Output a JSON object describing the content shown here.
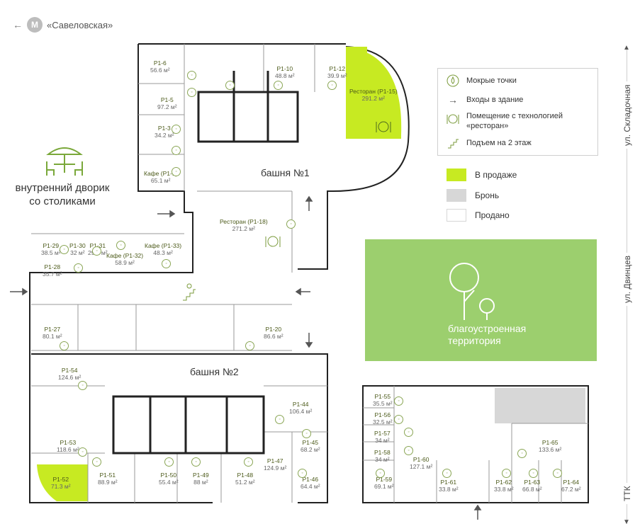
{
  "metro": {
    "badge": "М",
    "label": "«Савеловская»"
  },
  "streets": {
    "right_top": "ул. Складочная",
    "right_mid": "ул. Двинцев",
    "right_bottom": "ТТК"
  },
  "legend": {
    "items": [
      {
        "icon": "water-drop-icon",
        "label": "Мокрые точки"
      },
      {
        "icon": "entrance-arrow-icon",
        "label": "Входы в здание"
      },
      {
        "icon": "restaurant-icon",
        "label": "Помещение с технологией «ресторан»"
      },
      {
        "icon": "stairs-icon",
        "label": "Подъем на 2 этаж"
      }
    ],
    "statuses": [
      {
        "label": "В продаже",
        "color": "#c7ea22"
      },
      {
        "label": "Бронь",
        "color": "#d7d7d7"
      },
      {
        "label": "Продано",
        "color": "#ffffff"
      }
    ]
  },
  "green_area": {
    "label_line1": "благоустроенная",
    "label_line2": "территория",
    "color": "#9ccf6e"
  },
  "courtyard": {
    "line1": "внутренний дворик",
    "line2": "со столиками"
  },
  "towers": {
    "tower1": "башня №1",
    "tower2": "башня №2"
  },
  "units": [
    {
      "name": "Р1-6",
      "area": "56.6 м²"
    },
    {
      "name": "Р1-5",
      "area": "97.2 м²"
    },
    {
      "name": "Р1-3",
      "area": "34.2 м²"
    },
    {
      "name": "Кафе (Р1-1)",
      "area": "65.1 м²"
    },
    {
      "name": "Р1-10",
      "area": "48.8 м²"
    },
    {
      "name": "Р1-12",
      "area": "39.9 м²"
    },
    {
      "name": "Ресторан (Р1-15)",
      "area": "291.2 м²"
    },
    {
      "name": "Ресторан (Р1-18)",
      "area": "271.2 м²"
    },
    {
      "name": "Р1-29",
      "area": "38.5 м²"
    },
    {
      "name": "Р1-30",
      "area": "32 м²"
    },
    {
      "name": "Р1-31",
      "area": "29.2 м²"
    },
    {
      "name": "Кафе (Р1-32)",
      "area": "58.9 м²"
    },
    {
      "name": "Кафе (Р1-33)",
      "area": "48.3 м²"
    },
    {
      "name": "Р1-28",
      "area": "35.7 м²"
    },
    {
      "name": "Р1-27",
      "area": "80.1 м²"
    },
    {
      "name": "Р1-20",
      "area": "86.6 м²"
    },
    {
      "name": "Р1-54",
      "area": "124.6 м²"
    },
    {
      "name": "Р1-53",
      "area": "118.6 м²"
    },
    {
      "name": "Р1-52",
      "area": "71.3 м²"
    },
    {
      "name": "Р1-51",
      "area": "88.9 м²"
    },
    {
      "name": "Р1-50",
      "area": "55.4 м²"
    },
    {
      "name": "Р1-49",
      "area": "88 м²"
    },
    {
      "name": "Р1-48",
      "area": "51.2 м²"
    },
    {
      "name": "Р1-47",
      "area": "124.9 м²"
    },
    {
      "name": "Р1-46",
      "area": "64.4 м²"
    },
    {
      "name": "Р1-45",
      "area": "68.2 м²"
    },
    {
      "name": "Р1-44",
      "area": "106.4 м²"
    },
    {
      "name": "Р1-55",
      "area": "35.5 м²"
    },
    {
      "name": "Р1-56",
      "area": "32.5 м²"
    },
    {
      "name": "Р1-57",
      "area": "34 м²"
    },
    {
      "name": "Р1-58",
      "area": "34 м²"
    },
    {
      "name": "Р1-59",
      "area": "69.1 м²"
    },
    {
      "name": "Р1-60",
      "area": "127.1 м²"
    },
    {
      "name": "Р1-61",
      "area": "33.8 м²"
    },
    {
      "name": "Р1-62",
      "area": "33.8 м²"
    },
    {
      "name": "Р1-63",
      "area": "66.8 м²"
    },
    {
      "name": "Р1-64",
      "area": "67.2 м²"
    },
    {
      "name": "Р1-65",
      "area": "133.6 м²"
    }
  ]
}
